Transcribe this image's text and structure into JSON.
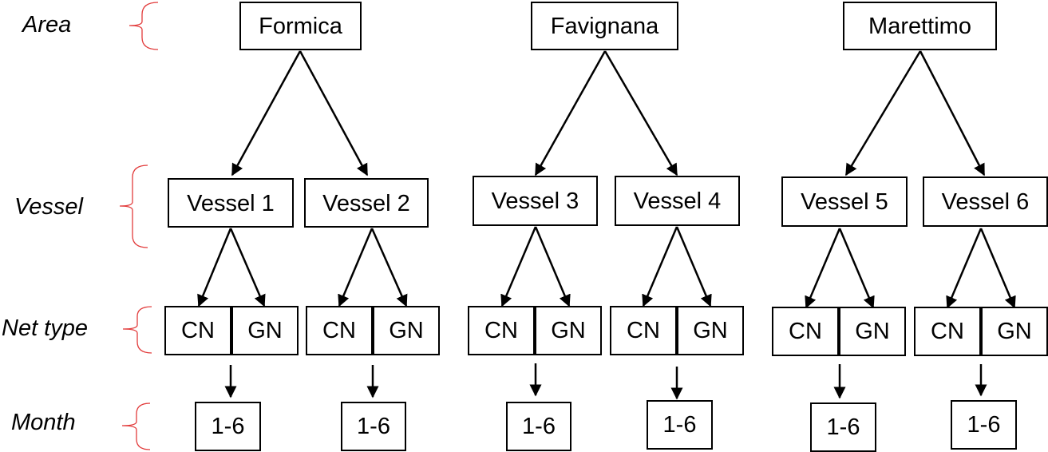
{
  "levels": [
    "Area",
    "Vessel",
    "Net type",
    "Month"
  ],
  "areas": [
    "Formica",
    "Favignana",
    "Marettimo"
  ],
  "vessels": [
    "Vessel 1",
    "Vessel 2",
    "Vessel 3",
    "Vessel 4",
    "Vessel 5",
    "Vessel 6"
  ],
  "net_types": [
    "CN",
    "GN"
  ],
  "month_range": "1-6",
  "colors": {
    "brace": "#e23b3b",
    "line": "#000000"
  }
}
